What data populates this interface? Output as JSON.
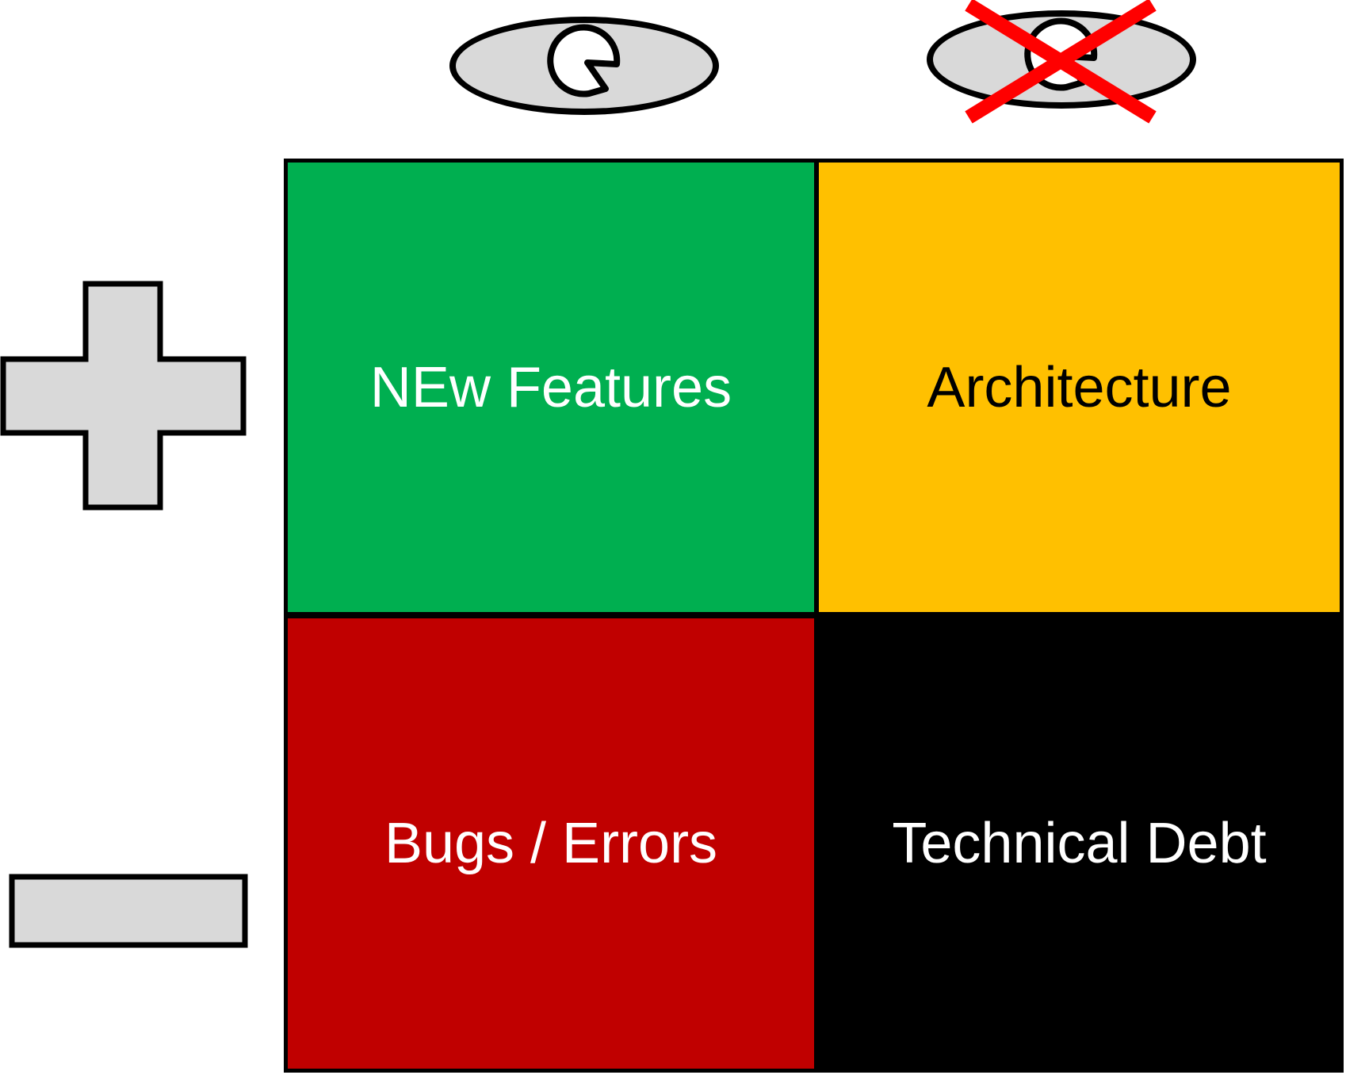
{
  "colors": {
    "green": "#00AF50",
    "amber": "#FFC000",
    "red": "#C00000",
    "black": "#000000",
    "icon_fill": "#D9D9D9",
    "cross_red": "#FF0000"
  },
  "icons": {
    "left_column_top": "plus-icon",
    "left_column_bottom": "minus-icon",
    "top_row_left": "visible-eye-icon",
    "top_row_right": "hidden-eye-icon-crossed-out"
  },
  "quadrants": {
    "top_left": {
      "label": "NEw Features",
      "fill": "#00AF50",
      "text_color": "#FFFFFF"
    },
    "top_right": {
      "label": "Architecture",
      "fill": "#FFC000",
      "text_color": "#000000"
    },
    "bottom_left": {
      "label": "Bugs / Errors",
      "fill": "#C00000",
      "text_color": "#FFFFFF"
    },
    "bottom_right": {
      "label": "Technical Debt",
      "fill": "#000000",
      "text_color": "#FFFFFF"
    }
  }
}
